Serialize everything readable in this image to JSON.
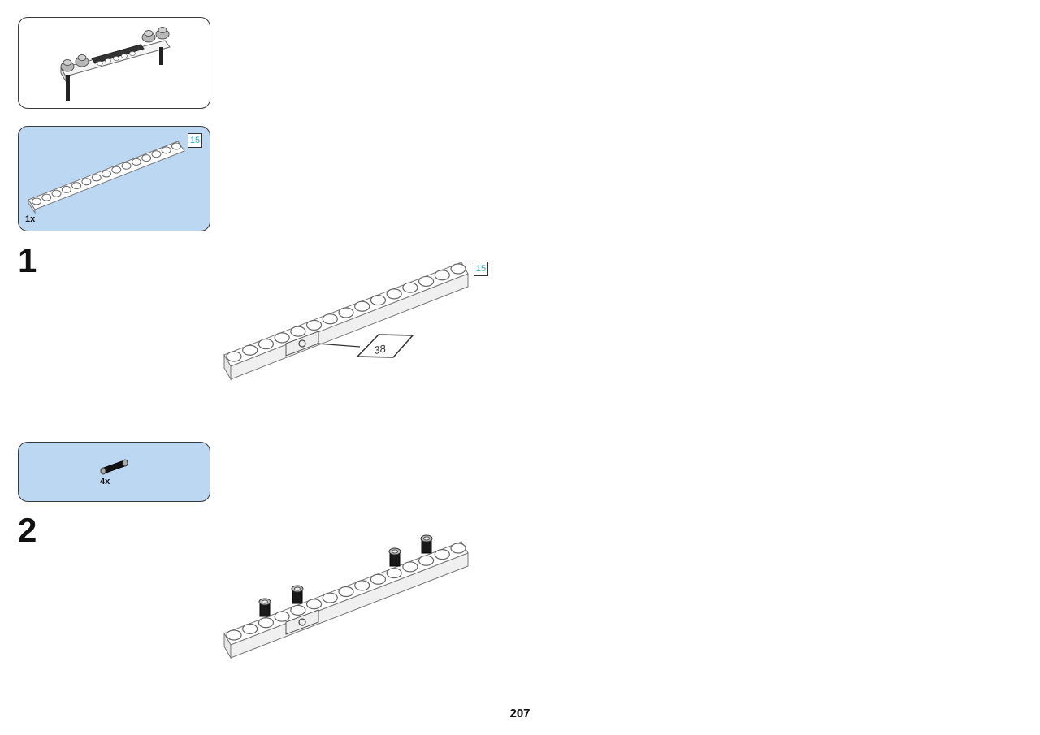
{
  "submodel_callout": {},
  "parts_list_1": {
    "quantity": "1x",
    "length_label": "15"
  },
  "step_1": {
    "number": "1",
    "length_label": "15",
    "sticker_number": "38"
  },
  "parts_list_2": {
    "quantity": "4x"
  },
  "step_2": {
    "number": "2"
  },
  "page_number": "207",
  "colors": {
    "callout_blue": "#bcd7f2",
    "length_label_text": "#2aa8d6"
  }
}
